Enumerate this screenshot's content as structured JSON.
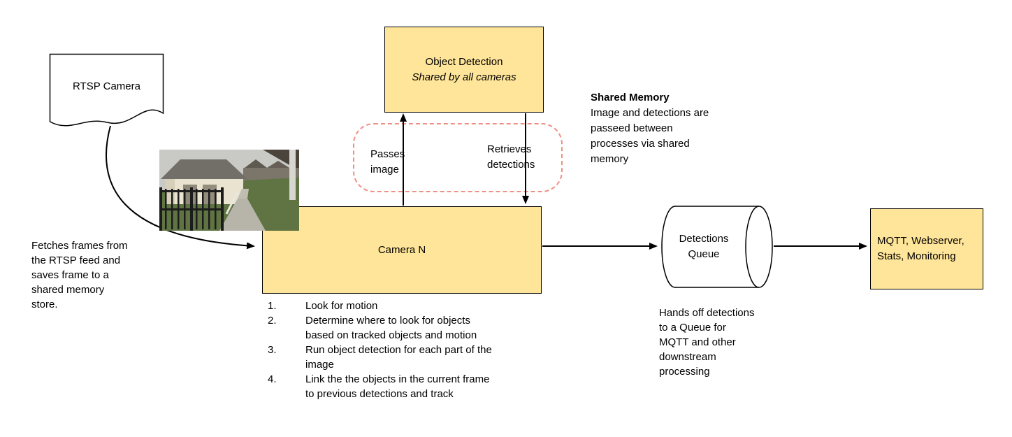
{
  "colors": {
    "box_fill": "#FFE599",
    "box_border": "#000000",
    "dashed_border": "#ED9184",
    "arrow": "#000000"
  },
  "nodes": {
    "rtsp_camera": {
      "label": "RTSP Camera"
    },
    "object_detection": {
      "title": "Object Detection",
      "subtitle": "Shared by all cameras"
    },
    "camera_n": {
      "label": "Camera N",
      "steps": [
        {
          "num": "1.",
          "text": "Look for motion"
        },
        {
          "num": "2.",
          "text": "Determine where to look for objects\nbased on tracked objects and motion"
        },
        {
          "num": "3.",
          "text": "Run object detection for each part of the\nimage"
        },
        {
          "num": "4.",
          "text": "Link the the objects in the current frame\nto previous detections and track"
        }
      ]
    },
    "detections_queue": {
      "label": "Detections\nQueue"
    },
    "outputs": {
      "label": "MQTT, Webserver,\nStats, Monitoring"
    }
  },
  "annotations": {
    "fetch_note": "Fetches frames from\nthe RTSP feed and\nsaves frame to a\nshared memory\nstore.",
    "passes_image": "Passes\nimage",
    "retrieves_detections": "Retrieves\ndetections",
    "shared_memory_title": "Shared Memory",
    "shared_memory_body": "Image and detections are\npasseed between\nprocesses via shared\nmemory",
    "queue_note": "Hands off detections\nto a Queue for\nMQTT and other\ndownstream\nprocessing"
  }
}
